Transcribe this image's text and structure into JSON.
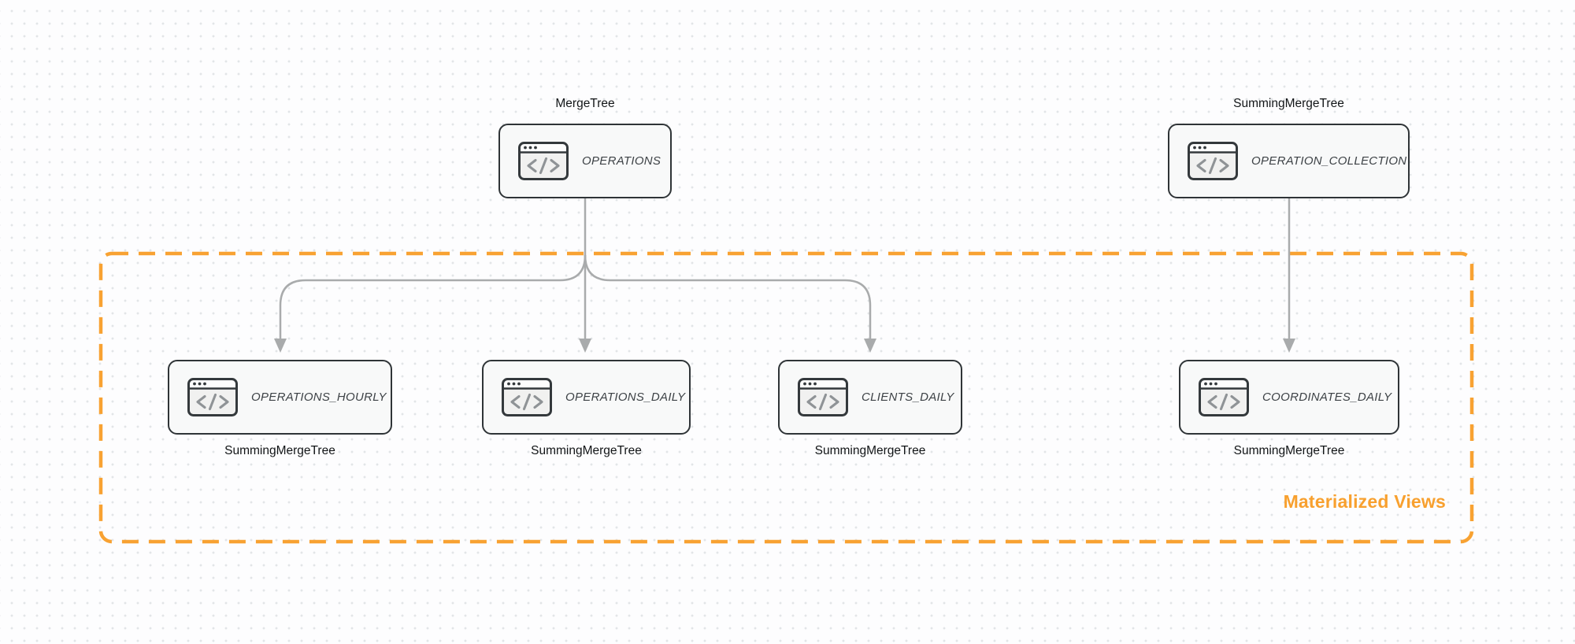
{
  "group": {
    "label": "Materialized Views",
    "color": "#f8a232"
  },
  "nodes": [
    {
      "id": "operations",
      "engine": "MergeTree",
      "table": "OPERATIONS",
      "engine_label_position": "top"
    },
    {
      "id": "operation_collection",
      "engine": "SummingMergeTree",
      "table": "OPERATION_COLLECTION",
      "engine_label_position": "top"
    },
    {
      "id": "operations_hourly",
      "engine": "SummingMergeTree",
      "table": "OPERATIONS_HOURLY",
      "engine_label_position": "bottom",
      "in_group": true
    },
    {
      "id": "operations_daily",
      "engine": "SummingMergeTree",
      "table": "OPERATIONS_DAILY",
      "engine_label_position": "bottom",
      "in_group": true
    },
    {
      "id": "clients_daily",
      "engine": "SummingMergeTree",
      "table": "CLIENTS_DAILY",
      "engine_label_position": "bottom",
      "in_group": true
    },
    {
      "id": "coordinates_daily",
      "engine": "SummingMergeTree",
      "table": "COORDINATES_DAILY",
      "engine_label_position": "bottom",
      "in_group": true
    }
  ],
  "edges": [
    {
      "from": "operations",
      "to": "operations_hourly"
    },
    {
      "from": "operations",
      "to": "operations_daily"
    },
    {
      "from": "operations",
      "to": "clients_daily"
    },
    {
      "from": "operation_collection",
      "to": "coordinates_daily"
    }
  ],
  "colors": {
    "accent_orange": "#f8a232",
    "node_border": "#2f3437",
    "node_fill": "#f8f9f9",
    "arrow_gray": "#a9abac",
    "dot_grid": "#e2e5e7",
    "icon_outline": "#34393c",
    "icon_glyph": "#8f9396"
  }
}
